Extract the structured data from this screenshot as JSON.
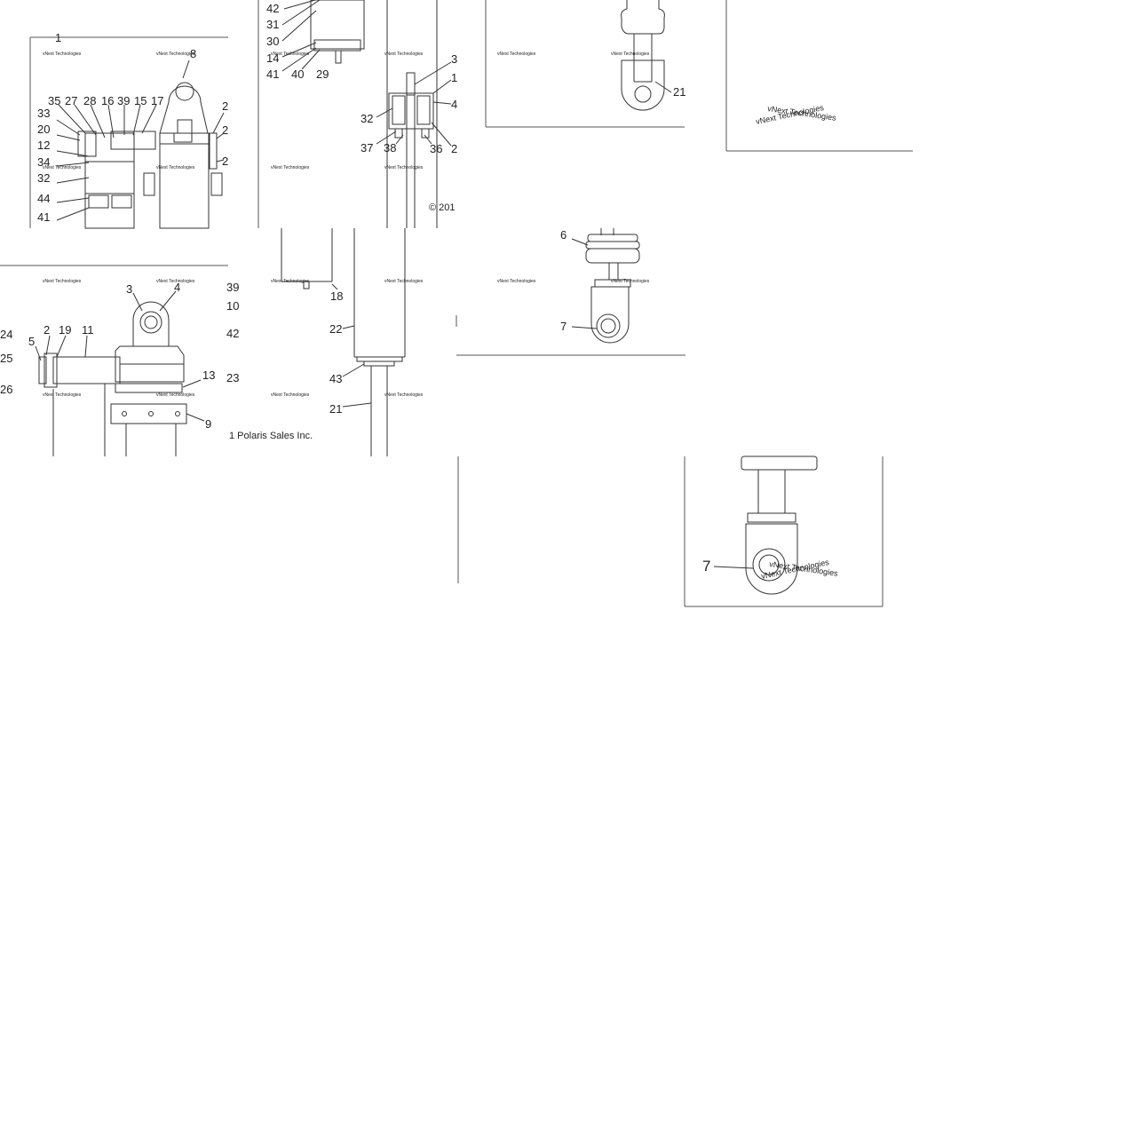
{
  "watermark": "vNext Technologies",
  "copyright": {
    "part_a": "© 201",
    "part_b": "1 Polaris Sales Inc."
  },
  "tile_1": {
    "callouts": [
      "1",
      "8",
      "35",
      "27",
      "28",
      "16",
      "39",
      "15",
      "17",
      "2",
      "2",
      "2",
      "33",
      "20",
      "12",
      "34",
      "32",
      "44",
      "41"
    ]
  },
  "tile_2": {
    "callouts": [
      "42",
      "31",
      "30",
      "14",
      "41",
      "40",
      "29",
      "3",
      "1",
      "4",
      "32",
      "37",
      "38",
      "36",
      "2"
    ]
  },
  "tile_3": {
    "callouts": [
      "21"
    ]
  },
  "tile_5": {
    "callouts": [
      "3",
      "4",
      "39",
      "10",
      "42",
      "23",
      "24",
      "25",
      "26",
      "5",
      "2",
      "19",
      "11",
      "13",
      "9"
    ]
  },
  "tile_6": {
    "callouts": [
      "18",
      "22",
      "43",
      "21"
    ]
  },
  "tile_7": {
    "callouts": [
      "6",
      "7"
    ]
  },
  "tile_9": {
    "callouts": [
      "7"
    ]
  }
}
